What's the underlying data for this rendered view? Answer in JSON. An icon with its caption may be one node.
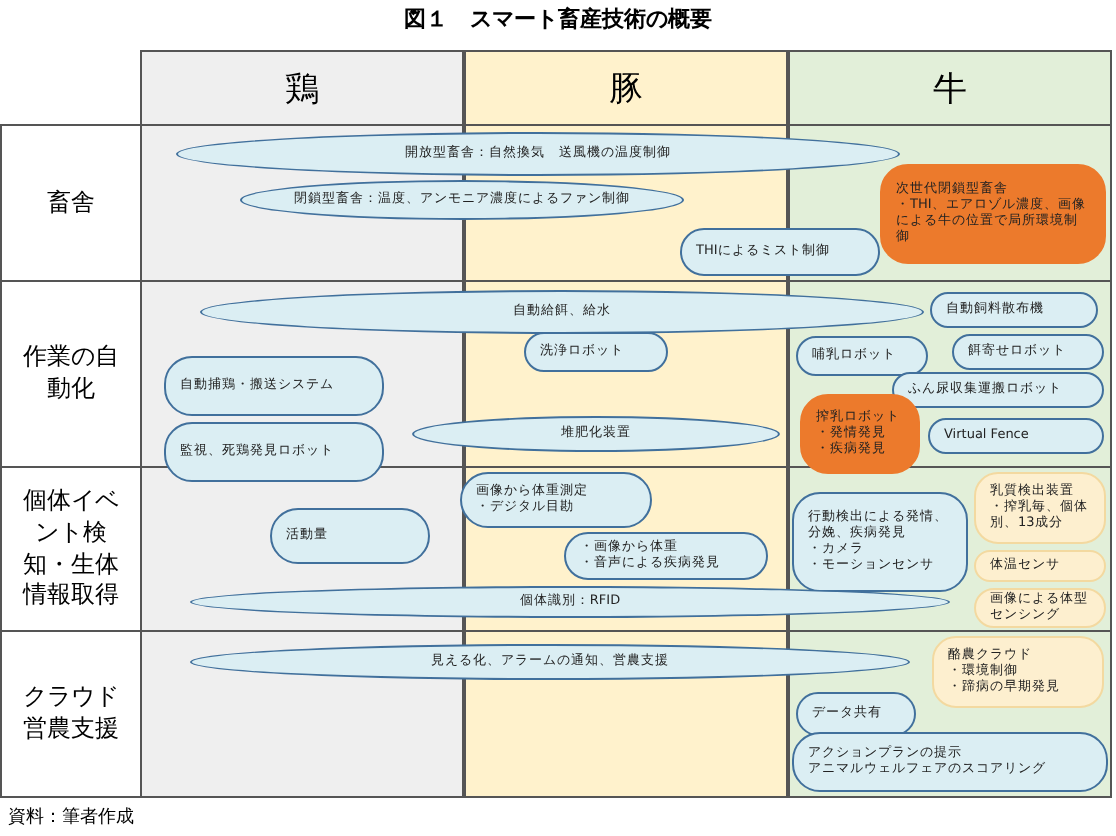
{
  "diagram": {
    "title": "図１　スマート畜産技術の概要",
    "caption": "資料：筆者作成",
    "nodes": [
      {
        "text": [
          "開放型畜舎：自然換気　送風機の温度制御"
        ]
      },
      {
        "text": [
          "閉鎖型畜舎：温度、アンモニア濃度によるファン制御"
        ]
      },
      {
        "text": [
          "次世代閉鎖型畜舎",
          "・THI、エアロゾル濃度、画像による牛の位置で局所環境制御"
        ]
      },
      {
        "text": [
          "THIによるミスト制御"
        ]
      },
      {
        "text": [
          "自動給餌、給水"
        ]
      },
      {
        "text": [
          "自動飼料散布機"
        ]
      },
      {
        "text": [
          "洗浄ロボット"
        ]
      },
      {
        "text": [
          "哺乳ロボット"
        ]
      },
      {
        "text": [
          "餌寄せロボット"
        ]
      },
      {
        "text": [
          "ふん尿収集運搬ロボット"
        ]
      },
      {
        "text": [
          "自動捕鶏・搬送システム"
        ]
      },
      {
        "text": [
          "監視、死鶏発見ロボット"
        ]
      },
      {
        "text": [
          "堆肥化装置"
        ]
      },
      {
        "text": [
          "搾乳ロボット",
          "・発情発見",
          "・疾病発見"
        ]
      },
      {
        "text": [
          "Virtual Fence"
        ]
      },
      {
        "text": [
          "画像から体重測定",
          "・デジタル目勘"
        ]
      },
      {
        "text": [
          "乳質検出装置",
          "・搾乳毎、個体別、13成分"
        ]
      },
      {
        "text": [
          "活動量"
        ]
      },
      {
        "text": [
          "・画像から体重",
          "・音声による疾病発見"
        ]
      },
      {
        "text": [
          "行動検出による発情、分娩、疾病発見",
          "・カメラ",
          "・モーションセンサ"
        ]
      },
      {
        "text": [
          "体温センサ"
        ]
      },
      {
        "text": [
          "画像による体型センシング"
        ]
      },
      {
        "text": [
          "個体識別：RFID"
        ]
      },
      {
        "text": [
          "見える化、アラームの通知、営農支援"
        ]
      },
      {
        "text": [
          "酪農クラウド",
          "・環境制御",
          "・蹄病の早期発見"
        ]
      },
      {
        "text": [
          "データ共有"
        ]
      },
      {
        "text": [
          "アクションプランの提示",
          "アニマルウェルフェアのスコアリング"
        ]
      }
    ],
    "labels": [
      "鶏",
      "豚",
      "牛",
      "畜舎",
      "作業の自動化",
      "個体イベント検知・生体情報取得",
      "クラウド営農支援"
    ]
  }
}
